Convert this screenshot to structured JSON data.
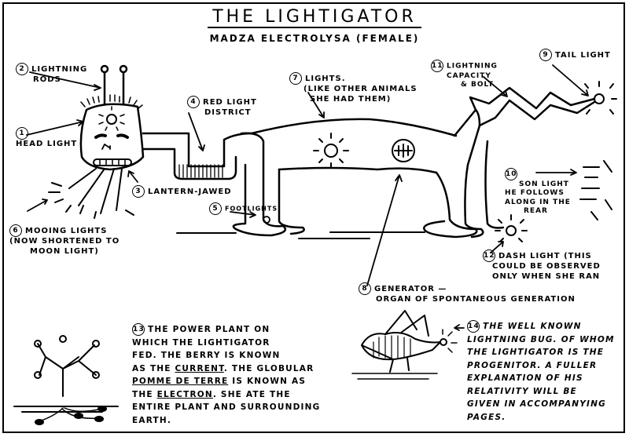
{
  "title": "THE LIGHTIGATOR",
  "subtitle": "MADZA ELECTROLYSA (FEMALE)",
  "labels": [
    {
      "num": "1",
      "text": "HEAD LIGHT"
    },
    {
      "num": "2",
      "line1": "LIGHTNING",
      "line2": "RODS"
    },
    {
      "num": "3",
      "text": "LANTERN-JAWED"
    },
    {
      "num": "4",
      "line1": "RED LIGHT",
      "line2": "DISTRICT"
    },
    {
      "num": "5",
      "text": "FOOTLIGHTS"
    },
    {
      "num": "6",
      "line1": "MOOING LIGHTS",
      "line2": "(NOW SHORTENED TO",
      "line3": "MOON LIGHT)"
    },
    {
      "num": "7",
      "line1": "LIGHTS.",
      "line2": "(LIKE OTHER ANIMALS",
      "line3": "SHE HAD THEM)"
    },
    {
      "num": "8",
      "line1": "GENERATOR —",
      "line2": "ORGAN OF SPONTANEOUS GENERATION"
    },
    {
      "num": "9",
      "text": "TAIL LIGHT"
    },
    {
      "num": "10",
      "line1": "SON LIGHT",
      "line2": "HE FOLLOWS",
      "line3": "ALONG IN THE",
      "line4": "REAR"
    },
    {
      "num": "11",
      "line1": "LIGHTNING",
      "line2": "CAPACITY",
      "line3": "& BOLT"
    },
    {
      "num": "12",
      "line1": "DASH LIGHT (THIS",
      "line2": "COULD BE OBSERVED",
      "line3": "ONLY WHEN SHE RAN"
    }
  ],
  "note13": {
    "num": "13",
    "l1": "THE POWER PLANT ON",
    "l2": "WHICH THE LIGHTIGATOR",
    "l3": "FED. THE BERRY IS KNOWN",
    "l4a": "AS THE ",
    "l4u": "CURRENT",
    "l4b": ". THE GLOBULAR",
    "l5u": "POMME DE TERRE",
    "l5b": " IS KNOWN AS",
    "l6a": "THE ",
    "l6u": "ELECTRON",
    "l6b": ". SHE ATE THE",
    "l7": "ENTIRE PLANT AND SURROUNDING",
    "l8": "EARTH."
  },
  "note14": {
    "num": "14",
    "l1": "THE WELL KNOWN",
    "l2": "LIGHTNING BUG. OF WHOM",
    "l3": "THE LIGHTIGATOR IS THE",
    "l4": "PROGENITOR. A FULLER",
    "l5": "EXPLANATION OF HIS",
    "l6": "RELATIVITY WILL BE",
    "l7": "GIVEN IN ACCOMPANYING",
    "l8": "PAGES."
  }
}
